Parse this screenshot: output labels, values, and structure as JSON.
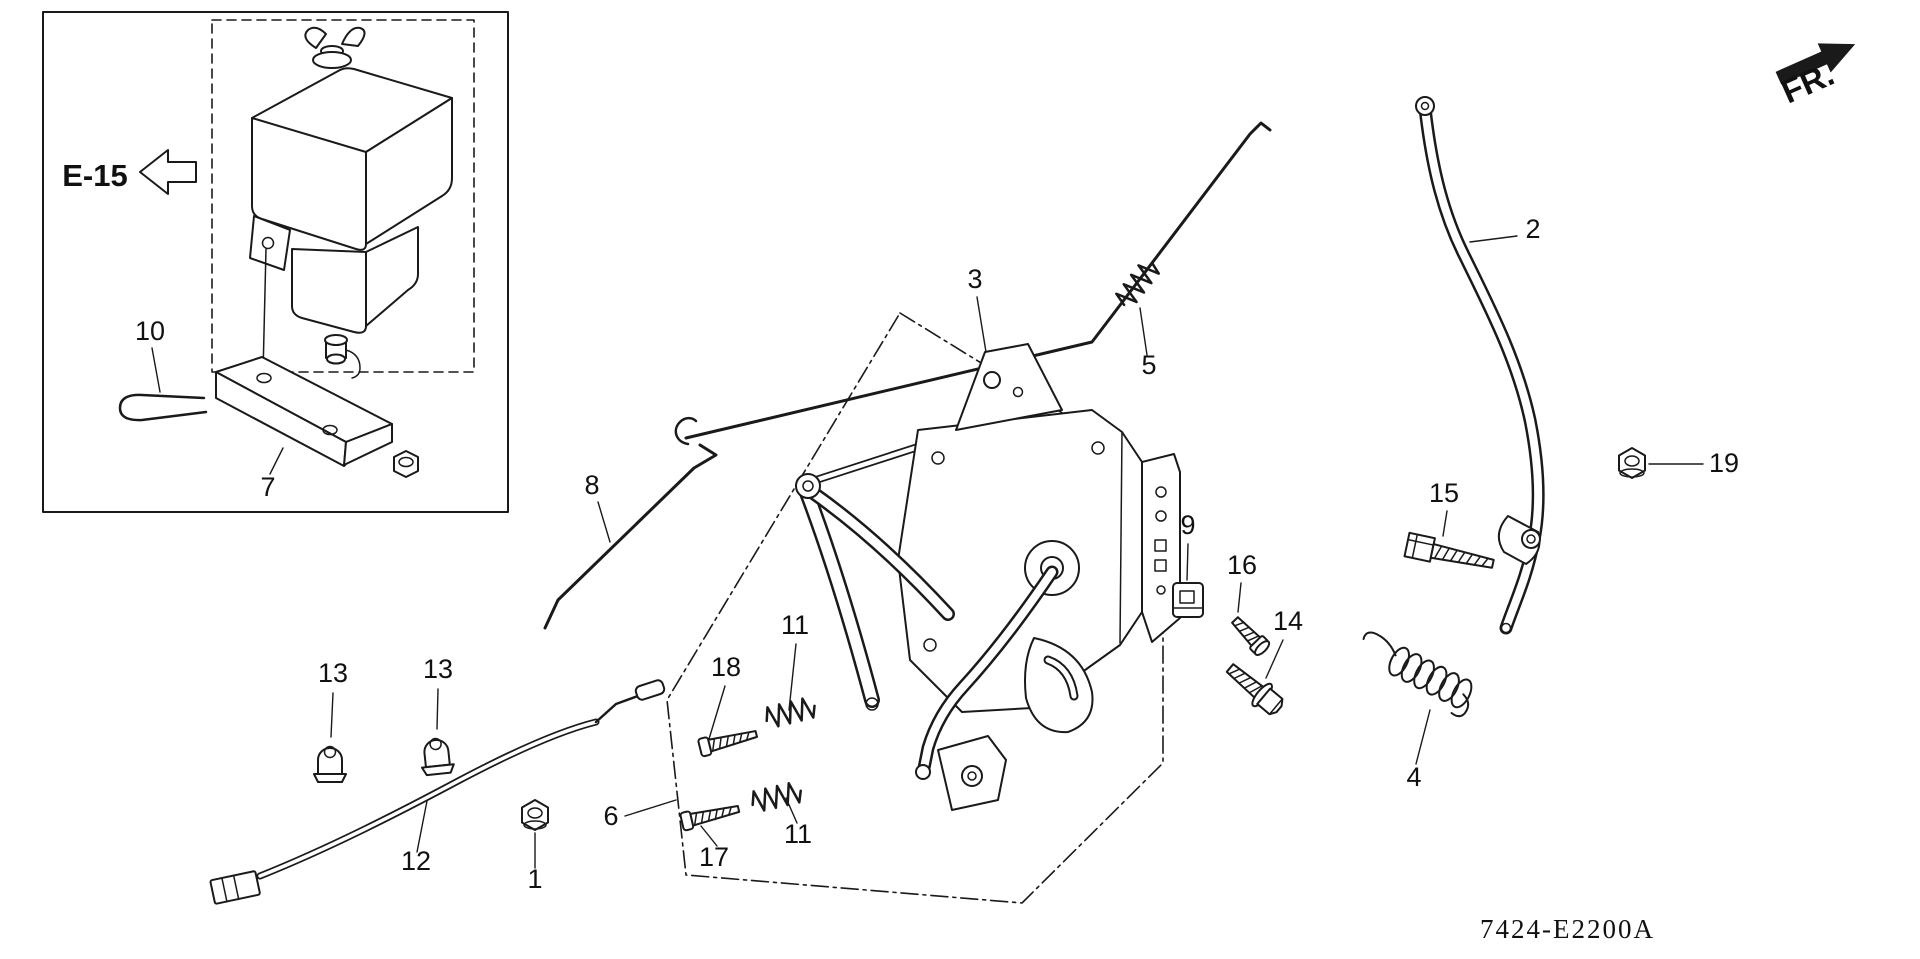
{
  "diagram": {
    "type": "exploded-parts-diagram",
    "inset_reference": "E-15",
    "direction_label": "FR.",
    "drawing_code": "7424-E2200A",
    "callouts": [
      {
        "label": "10"
      },
      {
        "label": "7"
      },
      {
        "label": "8"
      },
      {
        "label": "3"
      },
      {
        "label": "5"
      },
      {
        "label": "2"
      },
      {
        "label": "19"
      },
      {
        "label": "15"
      },
      {
        "label": "9"
      },
      {
        "label": "16"
      },
      {
        "label": "14"
      },
      {
        "label": "4"
      },
      {
        "label": "11"
      },
      {
        "label": "18"
      },
      {
        "label": "6"
      },
      {
        "label": "17"
      },
      {
        "label": "11"
      },
      {
        "label": "13"
      },
      {
        "label": "13"
      },
      {
        "label": "12"
      },
      {
        "label": "1"
      }
    ]
  }
}
